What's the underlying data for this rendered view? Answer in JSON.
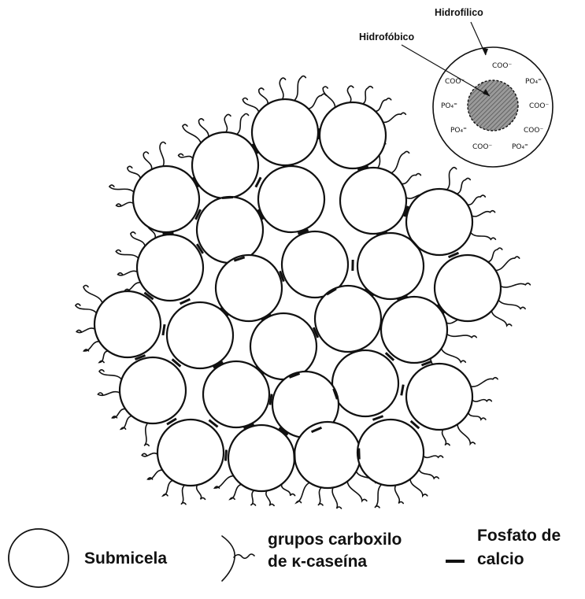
{
  "inset": {
    "hydrophilic_label": "Hidrofílico",
    "hydrophobic_label": "Hidrofóbico",
    "ions": [
      "COO⁻",
      "COO⁻",
      "PO₄⁼",
      "PO₄⁼",
      "COO⁻",
      "PO₄⁼",
      "COO⁻",
      "COO⁻",
      "PO₄⁼"
    ]
  },
  "legend": {
    "submicelle": "Submicela",
    "carboxyl_line1": "grupos carboxilo",
    "carboxyl_line2": "de κ-caseína",
    "phosphate_line1": "Fosfato de",
    "phosphate_line2": "calcio"
  },
  "colors": {
    "ink": "#111111",
    "core_fill": "#8a8a8a",
    "background": "#ffffff"
  },
  "icons": [
    "submicelle-circle-icon",
    "carboxyl-group-icon",
    "calcium-phosphate-bar-icon"
  ]
}
